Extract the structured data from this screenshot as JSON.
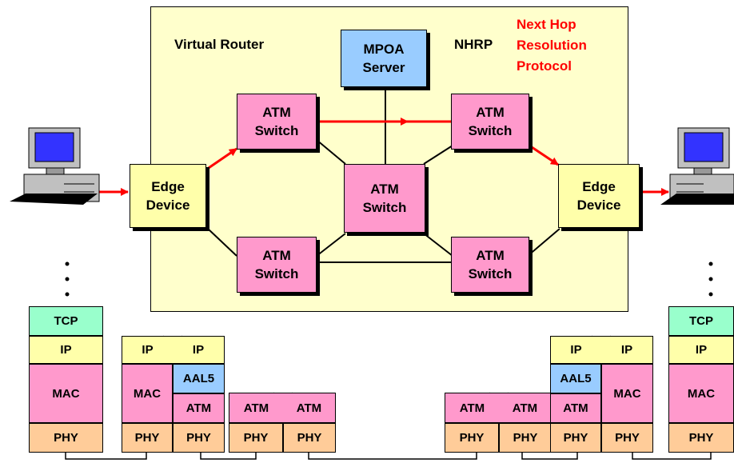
{
  "diagram": {
    "router_title": "Virtual Router",
    "server": {
      "line1": "MPOA",
      "line2": "Server"
    },
    "nhrp": "NHRP",
    "nhrp_expansion": [
      "Next Hop",
      "Resolution",
      "Protocol"
    ],
    "switch_label": {
      "line1": "ATM",
      "line2": "Switch"
    },
    "edge_label": {
      "line1": "Edge",
      "line2": "Device"
    },
    "colors": {
      "switch": "#ff99cc",
      "edge": "#ffffaa",
      "server": "#99ccff",
      "router_bg": "#ffffcc",
      "flow": "#ff0000"
    }
  },
  "stacks": {
    "host": {
      "tcp": "TCP",
      "ip": "IP",
      "mac": "MAC",
      "phy": "PHY"
    },
    "edge": {
      "ip": "IP",
      "aal5": "AAL5",
      "atm": "ATM",
      "mac": "MAC",
      "phy": "PHY"
    },
    "switch": {
      "atm": "ATM",
      "phy": "PHY"
    }
  }
}
